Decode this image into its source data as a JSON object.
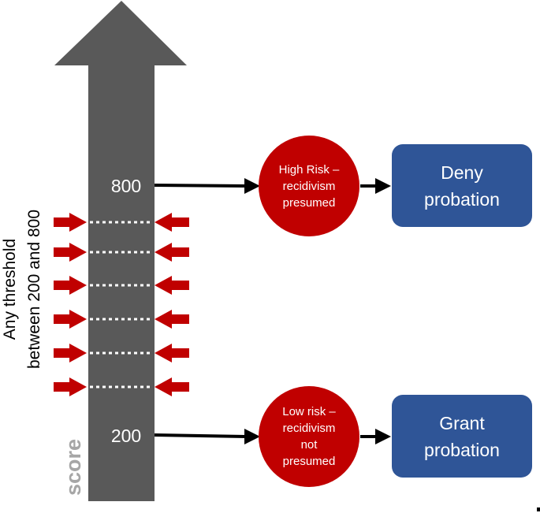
{
  "score_axis": {
    "title": "score",
    "high_value": "800",
    "low_value": "200",
    "threshold_note": "Any threshold\nbetween 200 and 800",
    "threshold_line_count": 6
  },
  "outcomes": {
    "high": {
      "risk_label": "High Risk –\nrecidivism\npresumed",
      "decision_label": "Deny\nprobation"
    },
    "low": {
      "risk_label": "Low risk –\nrecidivism\nnot\npresumed",
      "decision_label": "Grant\nprobation"
    }
  },
  "colors": {
    "arrow_body": "#595959",
    "risk_circle": "#c00000",
    "decision_box": "#2f5597",
    "threshold_arrows": "#c00000",
    "score_title": "#a6a6a6",
    "connector": "#000000"
  }
}
